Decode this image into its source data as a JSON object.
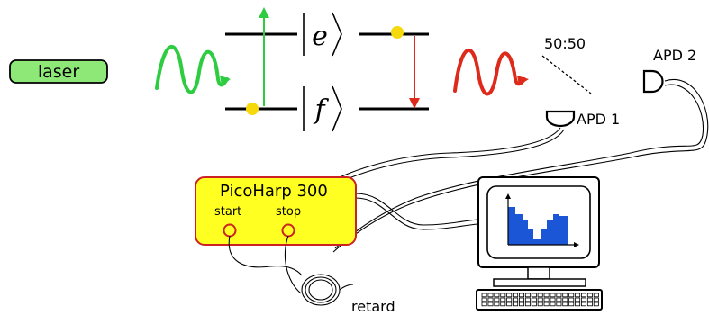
{
  "laser_label": "laser",
  "state_excited": "e",
  "state_final": "f",
  "splitter_label": "50:50",
  "detector_1": "APD 1",
  "detector_2": "APD 2",
  "counter": {
    "title": "PicoHarp 300",
    "start": "start",
    "stop": "stop"
  },
  "delay_label": "retard",
  "colors": {
    "laser_fill": "#8ee878",
    "excitation": "#2ecc40",
    "emission": "#dd2a1b",
    "population": "#f5d90a",
    "counter_fill": "#ffff22",
    "counter_border": "#cc2222",
    "histogram": "#1a56d6"
  },
  "icons": [
    "wavy-photon-icon",
    "monitor-icon",
    "keyboard-icon",
    "fiber-coil-icon",
    "apd-detector-icon"
  ]
}
